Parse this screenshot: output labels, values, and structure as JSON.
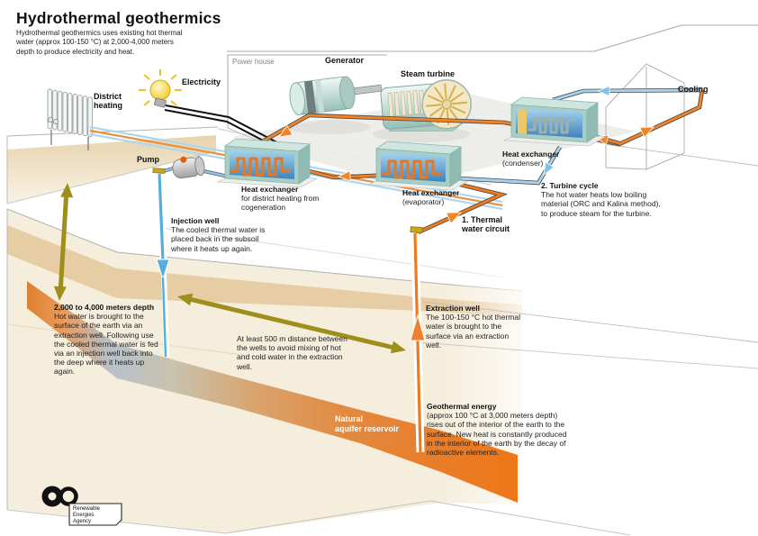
{
  "title": "Hydrothermal geothermics",
  "subtitle": "Hydrothermal geothermics uses existing hot thermal water (approx 100-150 °C) at 2,000-4,000 meters depth to produce electricity and heat.",
  "labels": {
    "power_house": "Power house",
    "generator": "Generator",
    "steam_turbine": "Steam turbine",
    "electricity": "Electricity",
    "district_heating": "District heating",
    "cooling": "Cooling",
    "pump": "Pump",
    "thermal_water_circuit": "1. Thermal water circuit",
    "aquifer_line1": "Natural",
    "aquifer_line2": "aquifer reservoir"
  },
  "heat_exchangers": {
    "cogeneration": {
      "title": "Heat exchanger",
      "subtitle": "for district heating from cogeneration"
    },
    "evaporator": {
      "title": "Heat exchanger",
      "subtitle": "(evaporator)"
    },
    "condenser": {
      "title": "Heat exchanger",
      "subtitle": "(condenser)"
    }
  },
  "annotations": {
    "turbine_cycle": {
      "title": "2. Turbine cycle",
      "body": "The hot water heats low boiling material (ORC and Kalina method), to produce steam for the turbine."
    },
    "injection_well": {
      "title": "Injection well",
      "body": "The cooled thermal water is placed back in the subsoil where it heats up again."
    },
    "depth_range": {
      "title": "2,000 to 4,000 meters depth",
      "body": "Hot water is brought to the surface of the earth via an extraction well. Following use the cooled thermal water is fed via an injection well back into the deep where it heats up again."
    },
    "well_distance": {
      "body": "At least 500 m distance between the wells to avoid mixing of hot and cold water in the extraction well."
    },
    "extraction_well": {
      "title": "Extraction well",
      "body": "The 100-150 °C hot thermal water is brought to the surface via an extraction well."
    },
    "geothermal_energy": {
      "title": "Geothermal energy",
      "body": "(approx 100 °C at 3,000 meters depth) rises out of the interior of the earth to the surface. New heat is constantly produced in the interior of the earth by the decay of radioactive elements."
    }
  },
  "logo": {
    "line1": "Renewable",
    "line2": "Energies",
    "line3": "Agency"
  },
  "colors": {
    "hot_water": "#ee7a1e",
    "cold_water": "#8ec6ea",
    "distance_arrow": "#9e8e1c",
    "aquifer_orange": "#ee7718",
    "earth_cream": "#f6eedd",
    "earth_tan": "#e6cda4",
    "machine_teal": "#bcd9d2"
  }
}
